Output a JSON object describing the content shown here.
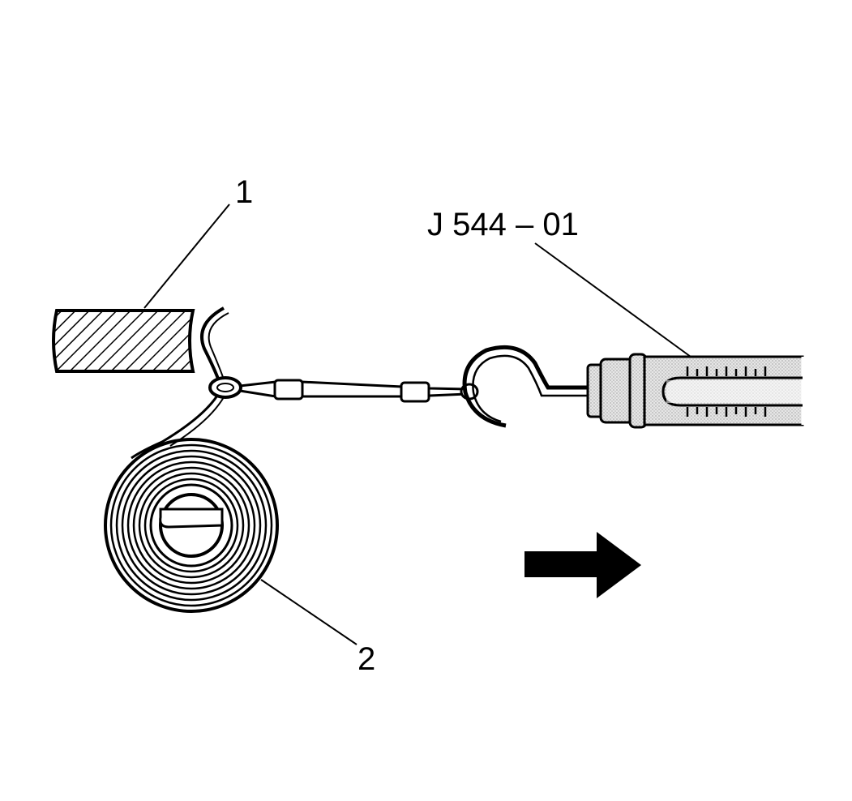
{
  "callouts": {
    "label_1": "1",
    "label_2": "2",
    "tool_label": "J 544 – 01"
  },
  "colors": {
    "ink": "#000000",
    "paper": "#ffffff",
    "gauge_fill": "#d9d9d9"
  },
  "icons": {
    "direction": "arrow-right-icon"
  }
}
